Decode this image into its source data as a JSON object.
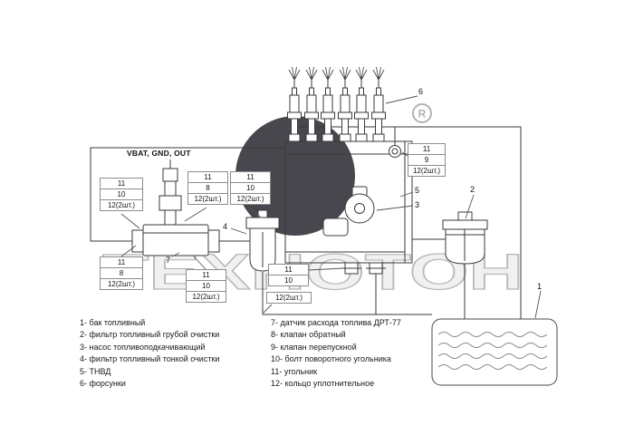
{
  "watermark": {
    "brand": "ТЕХНОТОН",
    "registered": "R",
    "circle_color": "#47474d",
    "text_fill": "#f1f1f1",
    "text_outline": "#b7b7b7"
  },
  "connector_label": "VBAT, GND, OUT",
  "part_labels": {
    "n1": "1",
    "n2": "2",
    "n3": "3",
    "n4": "4",
    "n5": "5",
    "n6": "6",
    "n7": "7"
  },
  "callouts": {
    "top_left": [
      "11",
      "10",
      "12(2шт.)"
    ],
    "mid_left": [
      "11",
      "8",
      "12(2шт.)"
    ],
    "mid_right": [
      "11",
      "10",
      "12(2шт.)"
    ],
    "pump_top": [
      "11",
      "9",
      "12(2шт.)"
    ],
    "bottom_left": [
      "11",
      "8",
      "12(2шт.)"
    ],
    "bottom_mid": [
      "11",
      "10",
      "12(2шт.)"
    ],
    "bottom_right": [
      "11",
      "10",
      "12(2шт.)"
    ]
  },
  "legend": {
    "left": [
      "1- бак топливный",
      "2- фильтр топливный грубой очистки",
      "3- насос топливоподкачивающий",
      "4- фильтр топливный тонкой очистки",
      "5- ТНВД",
      "6- форсунки"
    ],
    "right": [
      "7- датчик расхода топлива ДРТ-77",
      "8- клапан обратный",
      "9- клапан перепускной",
      "10- болт поворотного угольника",
      "11- угольник",
      "12- кольцо уплотнительное"
    ]
  }
}
